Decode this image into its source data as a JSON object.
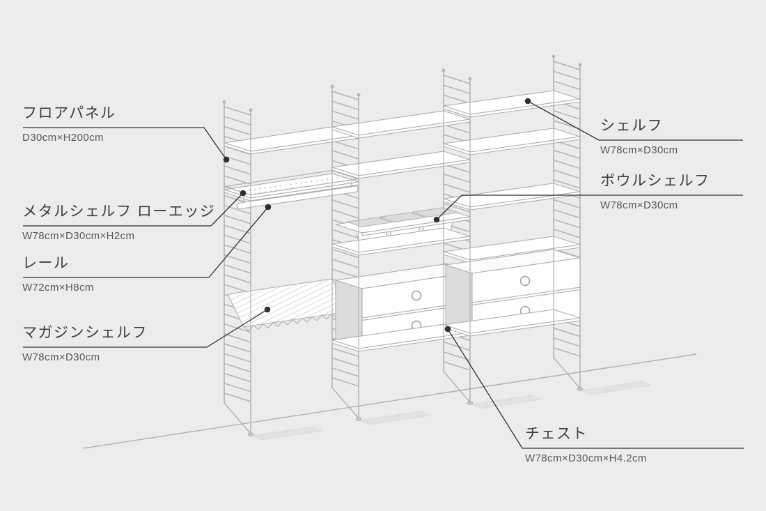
{
  "colors": {
    "background": "#ececec",
    "furniture_line": "#b3b3b3",
    "leader_line": "#2f2f2f",
    "title_text": "#3d3d3d",
    "subtitle_text": "#585858"
  },
  "labels": {
    "floor_panel": {
      "title": "フロアパネル",
      "size": "D30cm×H200cm"
    },
    "metal_shelf": {
      "title": "メタルシェルフ ローエッジ",
      "size": "W78cm×D30cm×H2cm"
    },
    "rail": {
      "title": "レール",
      "size": "W72cm×H8cm"
    },
    "magazine_shelf": {
      "title": "マガジンシェルフ",
      "size": "W78cm×D30cm"
    },
    "shelf": {
      "title": "シェルフ",
      "size": "W78cm×D30cm"
    },
    "bowl_shelf": {
      "title": "ボウルシェルフ",
      "size": "W78cm×D30cm"
    },
    "chest": {
      "title": "チェスト",
      "size": "W78cm×D30cm×H4.2cm"
    }
  }
}
